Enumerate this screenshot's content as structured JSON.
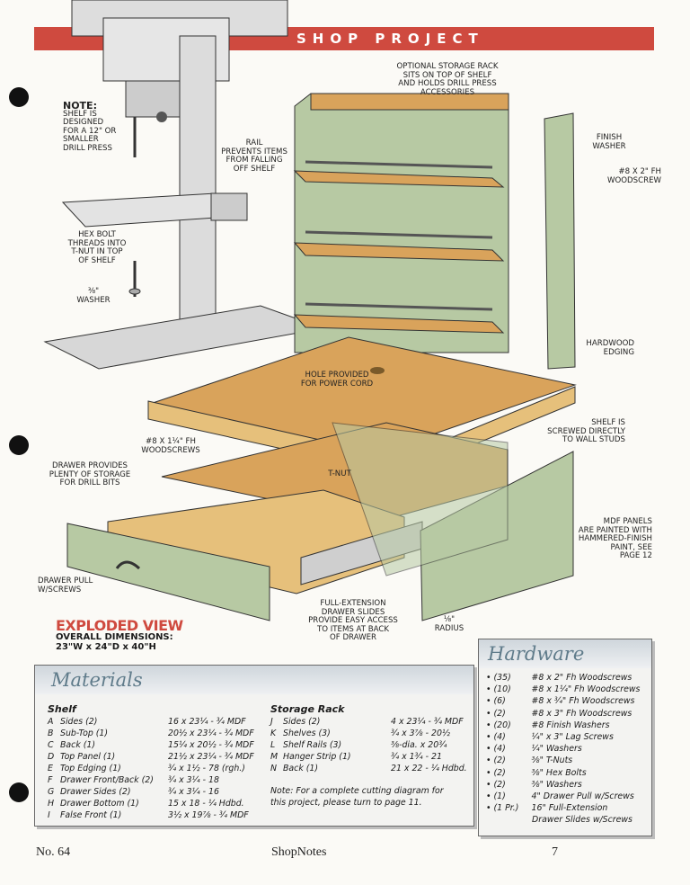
{
  "header": {
    "banner": "SHOP PROJECT"
  },
  "callouts": {
    "note_title": "NOTE:",
    "note_body": [
      "SHELF IS",
      "DESIGNED",
      "FOR A 12\" OR",
      "SMALLER",
      "DRILL PRESS"
    ],
    "storage_rack": [
      "OPTIONAL STORAGE RACK",
      "SITS ON TOP OF SHELF",
      "AND HOLDS DRILL PRESS",
      "ACCESSORIES"
    ],
    "rail": [
      "RAIL",
      "PREVENTS ITEMS",
      "FROM FALLING",
      "OFF SHELF"
    ],
    "finish_washer": [
      "FINISH",
      "WASHER"
    ],
    "woodscrew_2": [
      "#8 x 2\" Fh",
      "WOODSCREW"
    ],
    "hex_bolt": [
      "HEX BOLT",
      "THREADS INTO",
      "T-NUT IN TOP",
      "OF SHELF"
    ],
    "washer": [
      "⅜\"",
      "WASHER"
    ],
    "hardwood_edging": [
      "HARDWOOD",
      "EDGING"
    ],
    "power_cord": [
      "HOLE PROVIDED",
      "FOR POWER CORD"
    ],
    "woodscrews_114": [
      "#8 x 1¼\" Fh",
      "WOODSCREWS"
    ],
    "drawer_storage": [
      "DRAWER PROVIDES",
      "PLENTY OF STORAGE",
      "FOR DRILL BITS"
    ],
    "tnut": [
      "T-NUT"
    ],
    "wall_studs": [
      "SHELF IS",
      "SCREWED DIRECTLY",
      "TO WALL STUDS"
    ],
    "mdf_panels": [
      "MDF PANELS",
      "ARE PAINTED WITH",
      "HAMMERED-FINISH",
      "PAINT, SEE",
      "PAGE 12"
    ],
    "drawer_pull": [
      "DRAWER PULL",
      "w/SCREWS"
    ],
    "slides": [
      "FULL-EXTENSION",
      "DRAWER SLIDES",
      "PROVIDE EASY ACCESS",
      "TO ITEMS AT BACK",
      "OF DRAWER"
    ],
    "radius": [
      "⅛\"",
      "RADIUS"
    ]
  },
  "exploded": {
    "title": "EXPLODED VIEW",
    "subtitle": "OVERALL DIMENSIONS:",
    "dims": "23\"W x 24\"D x 40\"H"
  },
  "materials": {
    "title": "Materials",
    "shelf_title": "Shelf",
    "shelf": [
      {
        "id": "A",
        "name": "Sides (2)",
        "dim": "16 x 23¼ - ¾ MDF"
      },
      {
        "id": "B",
        "name": "Sub-Top (1)",
        "dim": "20½ x 23¼ - ¾ MDF"
      },
      {
        "id": "C",
        "name": "Back (1)",
        "dim": "15¼ x 20½ - ¾ MDF"
      },
      {
        "id": "D",
        "name": "Top Panel (1)",
        "dim": "21½ x 23¼ - ¾ MDF"
      },
      {
        "id": "E",
        "name": "Top Edging (1)",
        "dim": "¾ x 1½ - 78 (rgh.)"
      },
      {
        "id": "F",
        "name": "Drawer Front/Back (2)",
        "dim": "¾ x 3¼ - 18"
      },
      {
        "id": "G",
        "name": "Drawer Sides (2)",
        "dim": "¾ x 3¼ - 16"
      },
      {
        "id": "H",
        "name": "Drawer Bottom (1)",
        "dim": "15 x 18 - ¼ Hdbd."
      },
      {
        "id": "I",
        "name": "False Front (1)",
        "dim": "3½ x 19⅞ - ¾ MDF"
      }
    ],
    "rack_title": "Storage Rack",
    "rack": [
      {
        "id": "J",
        "name": "Sides (2)",
        "dim": "4 x 23¼ - ¾ MDF"
      },
      {
        "id": "K",
        "name": "Shelves (3)",
        "dim": "¾ x 3⅞ - 20½"
      },
      {
        "id": "L",
        "name": "Shelf Rails (3)",
        "dim": "⅜-dia. x 20¾"
      },
      {
        "id": "M",
        "name": "Hanger Strip (1)",
        "dim": "¾ x 1¾ - 21"
      },
      {
        "id": "N",
        "name": "Back (1)",
        "dim": "21 x 22 - ¼ Hdbd."
      }
    ],
    "note": [
      "Note: For a complete cutting diagram for",
      "this project, please turn to page 11."
    ]
  },
  "hardware": {
    "title": "Hardware",
    "items": [
      {
        "qty": "(35)",
        "desc": "#8 x 2\" Fh Woodscrews"
      },
      {
        "qty": "(10)",
        "desc": "#8 x 1¼\" Fh Woodscrews"
      },
      {
        "qty": "(6)",
        "desc": "#8 x ¾\" Fh Woodscrews"
      },
      {
        "qty": "(2)",
        "desc": "#8 x 3\" Fh Woodscrews"
      },
      {
        "qty": "(20)",
        "desc": "#8 Finish Washers"
      },
      {
        "qty": "(4)",
        "desc": "¼\" x 3\" Lag Screws"
      },
      {
        "qty": "(4)",
        "desc": "¼\" Washers"
      },
      {
        "qty": "(2)",
        "desc": "⅜\" T-Nuts"
      },
      {
        "qty": "(2)",
        "desc": "⅜\" Hex Bolts"
      },
      {
        "qty": "(2)",
        "desc": "⅜\" Washers"
      },
      {
        "qty": "(1)",
        "desc": "4\" Drawer Pull w/Screws"
      },
      {
        "qty": "(1 Pr.)",
        "desc": "16\" Full-Extension"
      },
      {
        "qty": "",
        "desc": "Drawer Slides w/Screws"
      }
    ]
  },
  "footer": {
    "issue": "No. 64",
    "magazine": "ShopNotes",
    "page": "7"
  },
  "colors": {
    "accent": "#cf4a3f",
    "mdf_green": "#b7c9a3",
    "wood": "#d9a35b"
  }
}
